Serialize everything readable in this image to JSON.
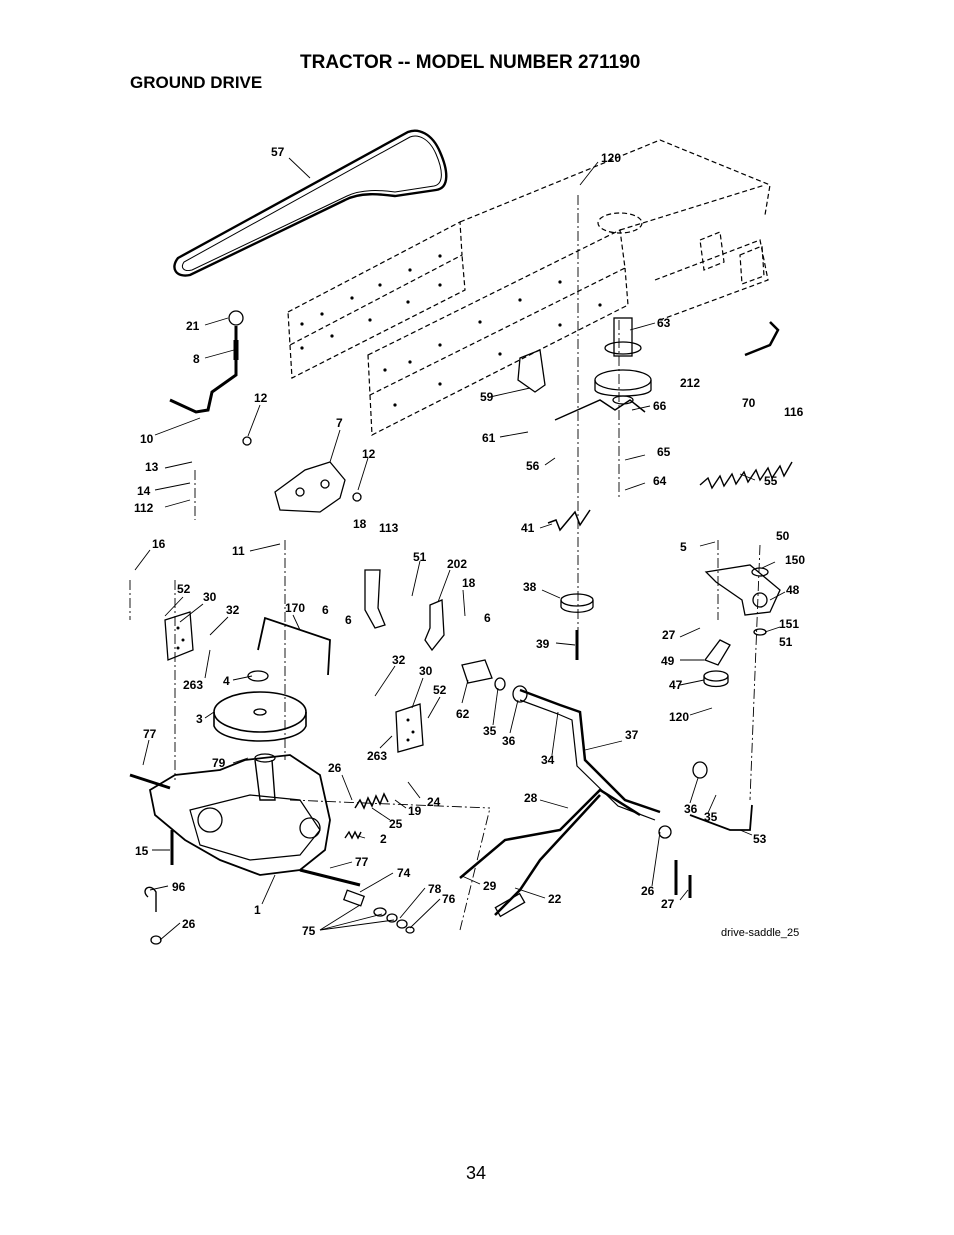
{
  "title": "TRACTOR -- MODEL NUMBER 271190",
  "section": "GROUND DRIVE",
  "reference": "drive-saddle_25",
  "page_number": "34",
  "callouts": [
    {
      "id": "c-57",
      "text": "57"
    },
    {
      "id": "c-120a",
      "text": "120"
    },
    {
      "id": "c-21",
      "text": "21"
    },
    {
      "id": "c-8",
      "text": "8"
    },
    {
      "id": "c-63",
      "text": "63"
    },
    {
      "id": "c-212",
      "text": "212"
    },
    {
      "id": "c-70",
      "text": "70"
    },
    {
      "id": "c-116",
      "text": "116"
    },
    {
      "id": "c-59",
      "text": "59"
    },
    {
      "id": "c-66",
      "text": "66"
    },
    {
      "id": "c-12a",
      "text": "12"
    },
    {
      "id": "c-7",
      "text": "7"
    },
    {
      "id": "c-10",
      "text": "10"
    },
    {
      "id": "c-61",
      "text": "61"
    },
    {
      "id": "c-65",
      "text": "65"
    },
    {
      "id": "c-12b",
      "text": "12"
    },
    {
      "id": "c-56",
      "text": "56"
    },
    {
      "id": "c-13",
      "text": "13"
    },
    {
      "id": "c-64",
      "text": "64"
    },
    {
      "id": "c-55",
      "text": "55"
    },
    {
      "id": "c-14",
      "text": "14"
    },
    {
      "id": "c-112",
      "text": "112"
    },
    {
      "id": "c-41",
      "text": "41"
    },
    {
      "id": "c-18a",
      "text": "18"
    },
    {
      "id": "c-113",
      "text": "113"
    },
    {
      "id": "c-16",
      "text": "16"
    },
    {
      "id": "c-11",
      "text": "11"
    },
    {
      "id": "c-51a",
      "text": "51"
    },
    {
      "id": "c-5",
      "text": "5"
    },
    {
      "id": "c-50",
      "text": "50"
    },
    {
      "id": "c-202",
      "text": "202"
    },
    {
      "id": "c-150",
      "text": "150"
    },
    {
      "id": "c-18b",
      "text": "18"
    },
    {
      "id": "c-52a",
      "text": "52"
    },
    {
      "id": "c-30a",
      "text": "30"
    },
    {
      "id": "c-38",
      "text": "38"
    },
    {
      "id": "c-48",
      "text": "48"
    },
    {
      "id": "c-32a",
      "text": "32"
    },
    {
      "id": "c-170",
      "text": "170"
    },
    {
      "id": "c-6a",
      "text": "6"
    },
    {
      "id": "c-6b",
      "text": "6"
    },
    {
      "id": "c-6c",
      "text": "6"
    },
    {
      "id": "c-151",
      "text": "151"
    },
    {
      "id": "c-27a",
      "text": "27"
    },
    {
      "id": "c-51b",
      "text": "51"
    },
    {
      "id": "c-39",
      "text": "39"
    },
    {
      "id": "c-263a",
      "text": "263"
    },
    {
      "id": "c-32b",
      "text": "32"
    },
    {
      "id": "c-49",
      "text": "49"
    },
    {
      "id": "c-4",
      "text": "4"
    },
    {
      "id": "c-30b",
      "text": "30"
    },
    {
      "id": "c-47",
      "text": "47"
    },
    {
      "id": "c-52b",
      "text": "52"
    },
    {
      "id": "c-62",
      "text": "62"
    },
    {
      "id": "c-3",
      "text": "3"
    },
    {
      "id": "c-120b",
      "text": "120"
    },
    {
      "id": "c-35a",
      "text": "35"
    },
    {
      "id": "c-36a",
      "text": "36"
    },
    {
      "id": "c-77a",
      "text": "77"
    },
    {
      "id": "c-37",
      "text": "37"
    },
    {
      "id": "c-263b",
      "text": "263"
    },
    {
      "id": "c-34",
      "text": "34"
    },
    {
      "id": "c-79",
      "text": "79"
    },
    {
      "id": "c-26a",
      "text": "26"
    },
    {
      "id": "c-24",
      "text": "24"
    },
    {
      "id": "c-19",
      "text": "19"
    },
    {
      "id": "c-28",
      "text": "28"
    },
    {
      "id": "c-36b",
      "text": "36"
    },
    {
      "id": "c-35b",
      "text": "35"
    },
    {
      "id": "c-25",
      "text": "25"
    },
    {
      "id": "c-53",
      "text": "53"
    },
    {
      "id": "c-2",
      "text": "2"
    },
    {
      "id": "c-15",
      "text": "15"
    },
    {
      "id": "c-77b",
      "text": "77"
    },
    {
      "id": "c-74",
      "text": "74"
    },
    {
      "id": "c-29",
      "text": "29"
    },
    {
      "id": "c-96",
      "text": "96"
    },
    {
      "id": "c-78",
      "text": "78"
    },
    {
      "id": "c-26b",
      "text": "26"
    },
    {
      "id": "c-22",
      "text": "22"
    },
    {
      "id": "c-1",
      "text": "1"
    },
    {
      "id": "c-76",
      "text": "76"
    },
    {
      "id": "c-27b",
      "text": "27"
    },
    {
      "id": "c-26c",
      "text": "26"
    },
    {
      "id": "c-75",
      "text": "75"
    }
  ]
}
